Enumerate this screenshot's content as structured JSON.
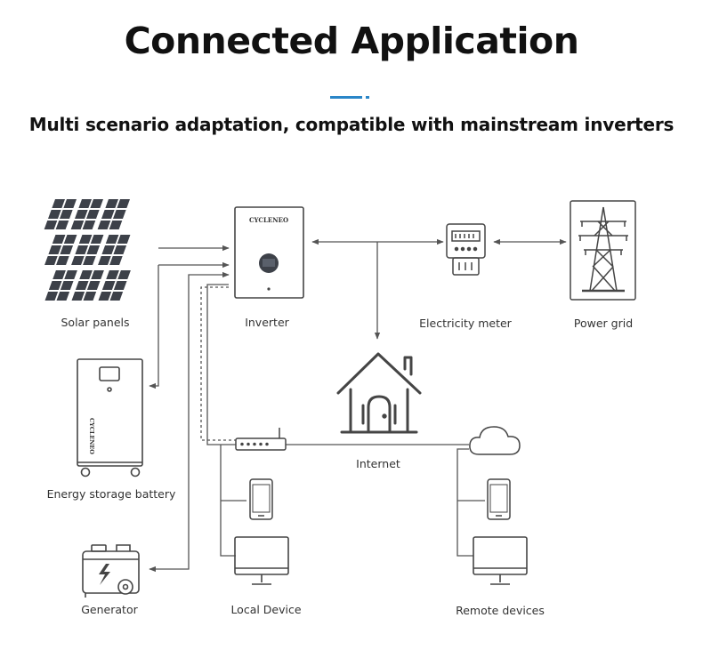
{
  "header": {
    "title": "Connected Application",
    "subtitle": "Multi scenario adaptation, compatible with mainstream inverters"
  },
  "brand": {
    "inverter_logo": "CYCLENEO",
    "battery_logo": "CYCLENEO"
  },
  "nodes": {
    "solar_panels": "Solar panels",
    "inverter": "Inverter",
    "electricity_meter": "Electricity meter",
    "power_grid": "Power grid",
    "battery": "Energy storage battery",
    "internet": "Internet",
    "generator": "Generator",
    "local_device": "Local Device",
    "remote_devices": "Remote devices"
  },
  "colors": {
    "line": "#555555",
    "icon_stroke": "#454545",
    "panel_fill": "#3d4149",
    "accent": "#2a86c8"
  },
  "icons": [
    "solar-panel-icon",
    "inverter-icon",
    "meter-icon",
    "transmission-tower-icon",
    "battery-cabinet-icon",
    "house-icon",
    "router-icon",
    "cloud-icon",
    "smartphone-icon",
    "monitor-icon",
    "generator-icon"
  ]
}
